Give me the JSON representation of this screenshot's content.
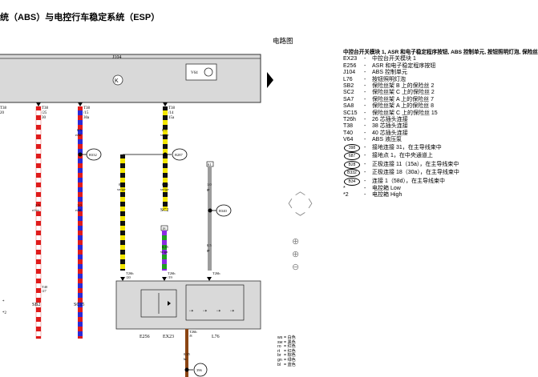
{
  "title": "统（ABS）与电控行车稳定系统（ESP）",
  "sheet_label": "电路图",
  "diagram": {
    "j104": "J104",
    "v64": "V64",
    "bus_connectors": [
      {
        "pin": "T38",
        "sub": "/25",
        "extra": "20"
      },
      {
        "pin": "T38",
        "sub": "/25",
        "extra": "30"
      },
      {
        "pin": "T38",
        "sub": "/15",
        "extra": "30a"
      },
      {
        "pin": "T38",
        "sub": "/14",
        "extra": "15a"
      }
    ],
    "wires": [
      {
        "size": "0.5",
        "color": "rt/bl"
      },
      {
        "size": "0.5",
        "color": "sw/ge"
      },
      {
        "size": "2.5",
        "color": "rt/ws"
      },
      {
        "size": "1.0",
        "color": "rt/bl"
      },
      {
        "size": "0.35",
        "color": "sw/ge"
      },
      {
        "size": "0.35",
        "color": "sw/ge"
      },
      {
        "size": "1.0",
        "color": "gr"
      },
      {
        "size": "0.35",
        "color": "vi/gn"
      },
      {
        "size": "0.5",
        "color": "gr"
      },
      {
        "size": "0.35",
        "color": "br"
      }
    ],
    "refs": {
      "b332": "B332",
      "b287": "B287",
      "b340": "B340",
      "r396": "396",
      "n61": "61",
      "n18": "18"
    },
    "connectors": {
      "t40": "T40",
      "t40_pin": "/27",
      "t26h_20": "T26h",
      "t26h_20_pin": "/20",
      "t26h_19": "T26h",
      "t26h_19_pin": "/19",
      "t26h_8": "T26h",
      "t26h_8_pin": "/8",
      "t26h_x": "T26h",
      "t26h_x_pin": "/"
    },
    "labels": {
      "sb2": "SB2",
      "sc15": "SC15",
      "sc2": "SC2",
      "e256": "E256",
      "ex23": "EX23",
      "l76": "L76",
      "star": "*",
      "star2": "*2"
    }
  },
  "legend": {
    "title": "中控台开关模块 1, ASR 和电子稳定程序按钮, ABS 控制单元, 按钮照明灯泡, 保险丝",
    "rows": [
      {
        "code": "EX23",
        "desc": "中控台开关模块 1"
      },
      {
        "code": "E256",
        "desc": "ASR 和电子稳定程序按钮"
      },
      {
        "code": "J104",
        "desc": "ABS 控制单元"
      },
      {
        "code": "L76",
        "desc": "按钮照明灯泡"
      },
      {
        "code": "SB2",
        "desc": "保险丝架 B 上的保险丝 2"
      },
      {
        "code": "SC2",
        "desc": "保险丝架 C 上的保险丝 2"
      },
      {
        "code": "SA7",
        "desc": "保险丝架 A 上的保险丝 7"
      },
      {
        "code": "SA8",
        "desc": "保险丝架 A 上的保险丝 8"
      },
      {
        "code": "SC15",
        "desc": "保险丝架 C 上的保险丝 15"
      },
      {
        "code": "T26h",
        "desc": "26 芯插头连接"
      },
      {
        "code": "T38",
        "desc": "38 芯插头连接"
      },
      {
        "code": "T40",
        "desc": "40 芯插头连接"
      },
      {
        "code": "V64",
        "desc": "ABS 液压泵"
      }
    ],
    "circle_rows": [
      {
        "code": "398",
        "desc": "接地连接 31，在主导线束中"
      },
      {
        "code": "687",
        "desc": "接地点 1，在中央通道上"
      },
      {
        "code": "B28",
        "desc": "正极连接 11（15a），在主导线束中"
      },
      {
        "code": "B332",
        "desc": "正极连接 18（30a），在主导线束中"
      },
      {
        "code": "B34",
        "desc": "连接 1（58d），在主导线束中"
      }
    ],
    "notes": [
      {
        "code": "*",
        "desc": "电控箱 Low"
      },
      {
        "code": "*2",
        "desc": "电控箱 High"
      }
    ]
  },
  "nav": {
    "up": "︿",
    "left": "〈",
    "right": "〉",
    "down": "﹀",
    "zoom_in": "⊕",
    "zoom_out": "⊖",
    "zoom": "⊕"
  },
  "color_key": [
    {
      "c": "ws",
      "n": "= 白色"
    },
    {
      "c": "sw",
      "n": "= 黑色"
    },
    {
      "c": "ro",
      "n": "= 红色"
    },
    {
      "c": "rt",
      "n": "= 红色"
    },
    {
      "c": "br",
      "n": "= 棕色"
    },
    {
      "c": "gn",
      "n": "= 绿色"
    },
    {
      "c": "bl",
      "n": "= 蓝色"
    }
  ]
}
